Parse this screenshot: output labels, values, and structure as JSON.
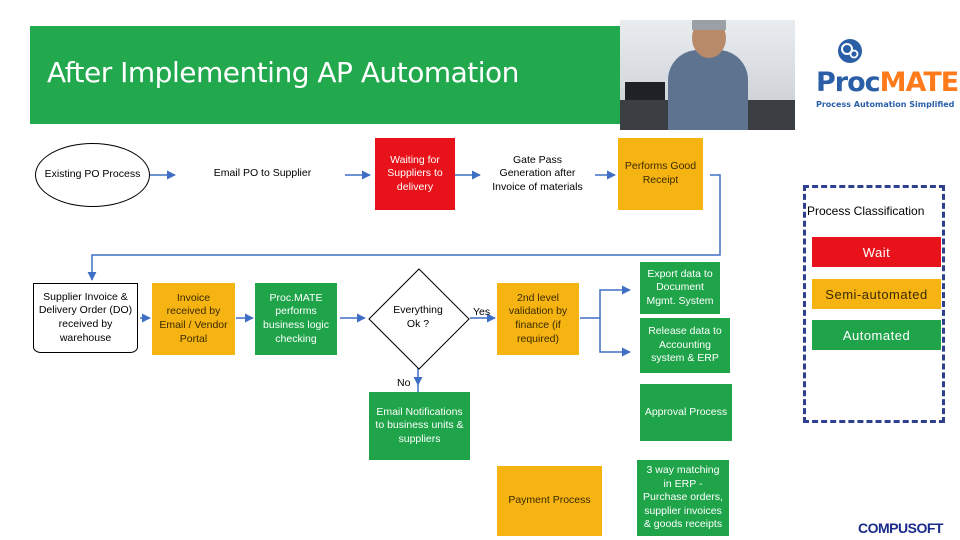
{
  "title": "After Implementing AP Automation",
  "logo": {
    "brand_proc": "Proc",
    "brand_mate": "MATE",
    "tagline": "Process Automation Simplified",
    "footer": "COMPUSOFT"
  },
  "colors": {
    "wait": "#e8131a",
    "semi_automated": "#f6b412",
    "automated": "#1fa44a",
    "banner": "#22a94e",
    "connector": "#3f6fc4"
  },
  "flow": {
    "existing_po": "Existing PO Process",
    "email_po": "Email PO to Supplier",
    "waiting": "Waiting for Suppliers to delivery",
    "gate_pass": "Gate Pass Generation after Invoice of materials",
    "good_receipt": "Performs Good Receipt",
    "supplier_invoice": "Supplier Invoice & Delivery Order (DO) received by warehouse",
    "invoice_received": "Invoice received by Email / Vendor Portal",
    "business_logic": "Proc.MATE performs business logic checking",
    "decision": "Everything Ok ?",
    "yes": "Yes",
    "no": "No",
    "second_validation": "2nd level validation by finance (if required)",
    "export_doc": "Export data to Document Mgmt. System",
    "release_data": "Release data to Accounting system & ERP",
    "email_notifications": "Email Notifications to business units & suppliers",
    "approval": "Approval Process",
    "payment": "Payment Process",
    "three_way": "3 way matching in ERP - Purchase orders, supplier invoices & goods receipts"
  },
  "legend": {
    "title": "Process Classification",
    "wait": "Wait",
    "semi": "Semi-automated",
    "automated": "Automated"
  }
}
